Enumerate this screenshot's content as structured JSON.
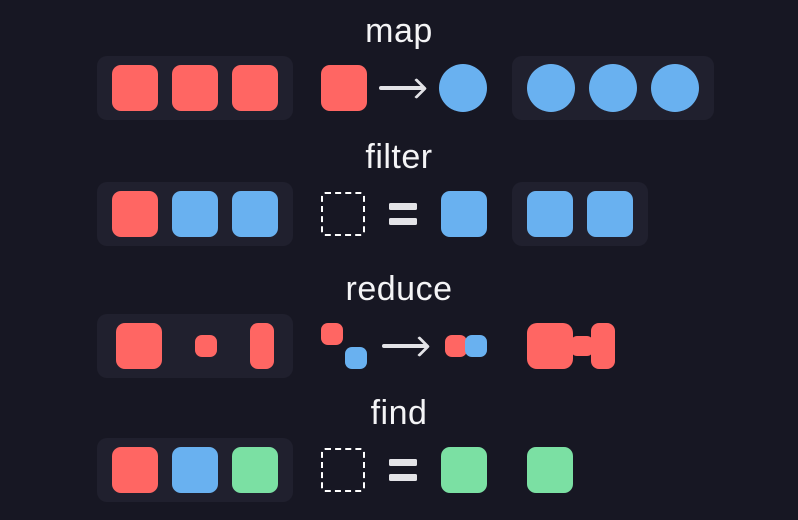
{
  "colors": {
    "bg": "#171723",
    "container": "#20202e",
    "red": "#ff6663",
    "blue": "#69b1f0",
    "green": "#7be0a3",
    "title": "#f4f4f6",
    "operator": "#e3e3e7",
    "dashed": "#ffffff"
  },
  "rows": [
    {
      "title": "map",
      "left": {
        "container": true,
        "shapes": [
          {
            "kind": "square",
            "color": "red"
          },
          {
            "kind": "square",
            "color": "red"
          },
          {
            "kind": "square",
            "color": "red"
          }
        ]
      },
      "middle": {
        "container": false,
        "shapes": [
          {
            "kind": "square",
            "color": "red"
          },
          {
            "kind": "operator",
            "glyph": "→",
            "name": "arrow-right-icon"
          },
          {
            "kind": "circle",
            "color": "blue"
          }
        ]
      },
      "right": {
        "container": true,
        "shapes": [
          {
            "kind": "circle",
            "color": "blue"
          },
          {
            "kind": "circle",
            "color": "blue"
          },
          {
            "kind": "circle",
            "color": "blue"
          }
        ]
      }
    },
    {
      "title": "filter",
      "left": {
        "container": true,
        "shapes": [
          {
            "kind": "square",
            "color": "red"
          },
          {
            "kind": "square",
            "color": "blue"
          },
          {
            "kind": "square",
            "color": "blue"
          }
        ]
      },
      "middle": {
        "container": false,
        "shapes": [
          {
            "kind": "dashed",
            "name": "dashed-placeholder-box"
          },
          {
            "kind": "operator",
            "glyph": "=",
            "name": "equals-icon"
          },
          {
            "kind": "square",
            "color": "blue"
          }
        ]
      },
      "right": {
        "container": true,
        "shapes": [
          {
            "kind": "square",
            "color": "blue"
          },
          {
            "kind": "square",
            "color": "blue"
          }
        ]
      }
    },
    {
      "title": "reduce",
      "left": {
        "container": true,
        "shapes": [
          {
            "kind": "square",
            "color": "red",
            "size": "large"
          },
          {
            "kind": "square",
            "color": "red",
            "size": "small"
          },
          {
            "kind": "tall-rect",
            "color": "red"
          }
        ]
      },
      "middle": {
        "container": false,
        "shapes": [
          {
            "kind": "pair-diagonal",
            "colors": [
              "red",
              "blue"
            ]
          },
          {
            "kind": "operator",
            "glyph": "→",
            "name": "arrow-right-icon"
          },
          {
            "kind": "pair-adjacent",
            "colors": [
              "red",
              "blue"
            ]
          }
        ]
      },
      "right": {
        "container": false,
        "shapes": [
          {
            "kind": "merged",
            "color": "red"
          }
        ]
      }
    },
    {
      "title": "find",
      "left": {
        "container": true,
        "shapes": [
          {
            "kind": "square",
            "color": "red"
          },
          {
            "kind": "square",
            "color": "blue"
          },
          {
            "kind": "square",
            "color": "green"
          }
        ]
      },
      "middle": {
        "container": false,
        "shapes": [
          {
            "kind": "dashed",
            "name": "dashed-placeholder-box"
          },
          {
            "kind": "operator",
            "glyph": "=",
            "name": "equals-icon"
          },
          {
            "kind": "square",
            "color": "green"
          }
        ]
      },
      "right": {
        "container": false,
        "shapes": [
          {
            "kind": "square",
            "color": "green"
          }
        ]
      }
    }
  ]
}
